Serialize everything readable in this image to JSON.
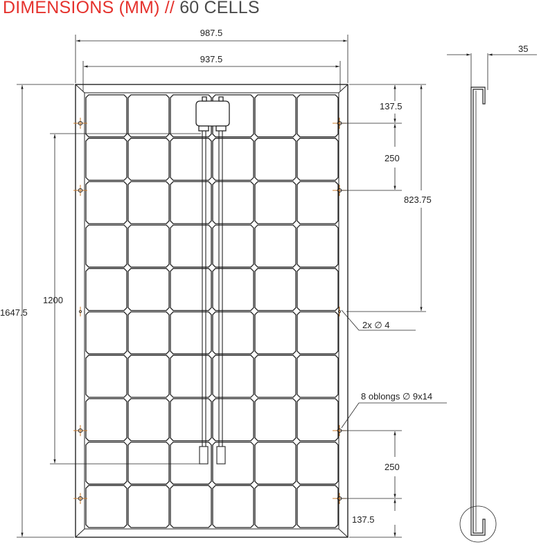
{
  "title": {
    "red": "DIMENSIONS (MM) //",
    "rest": "60 CELLS"
  },
  "colors": {
    "accent": "#e5322d",
    "line": "#222222",
    "hole": "#c8782a"
  },
  "panel": {
    "cell_rows": 10,
    "cell_cols": 6
  },
  "dimensions": {
    "overall_width": "987.5",
    "cell_area_width": "937.5",
    "overall_height": "1647.5",
    "hole_spacing": "1200",
    "top_offset": "137.5",
    "upper_gap": "250",
    "center_distance": "823.75",
    "lower_gap": "250",
    "bottom_offset": "137.5",
    "frame_depth": "35"
  },
  "callouts": {
    "ground_holes": "2x ∅ 4",
    "mount_holes": "8 oblongs ∅ 9x14"
  }
}
